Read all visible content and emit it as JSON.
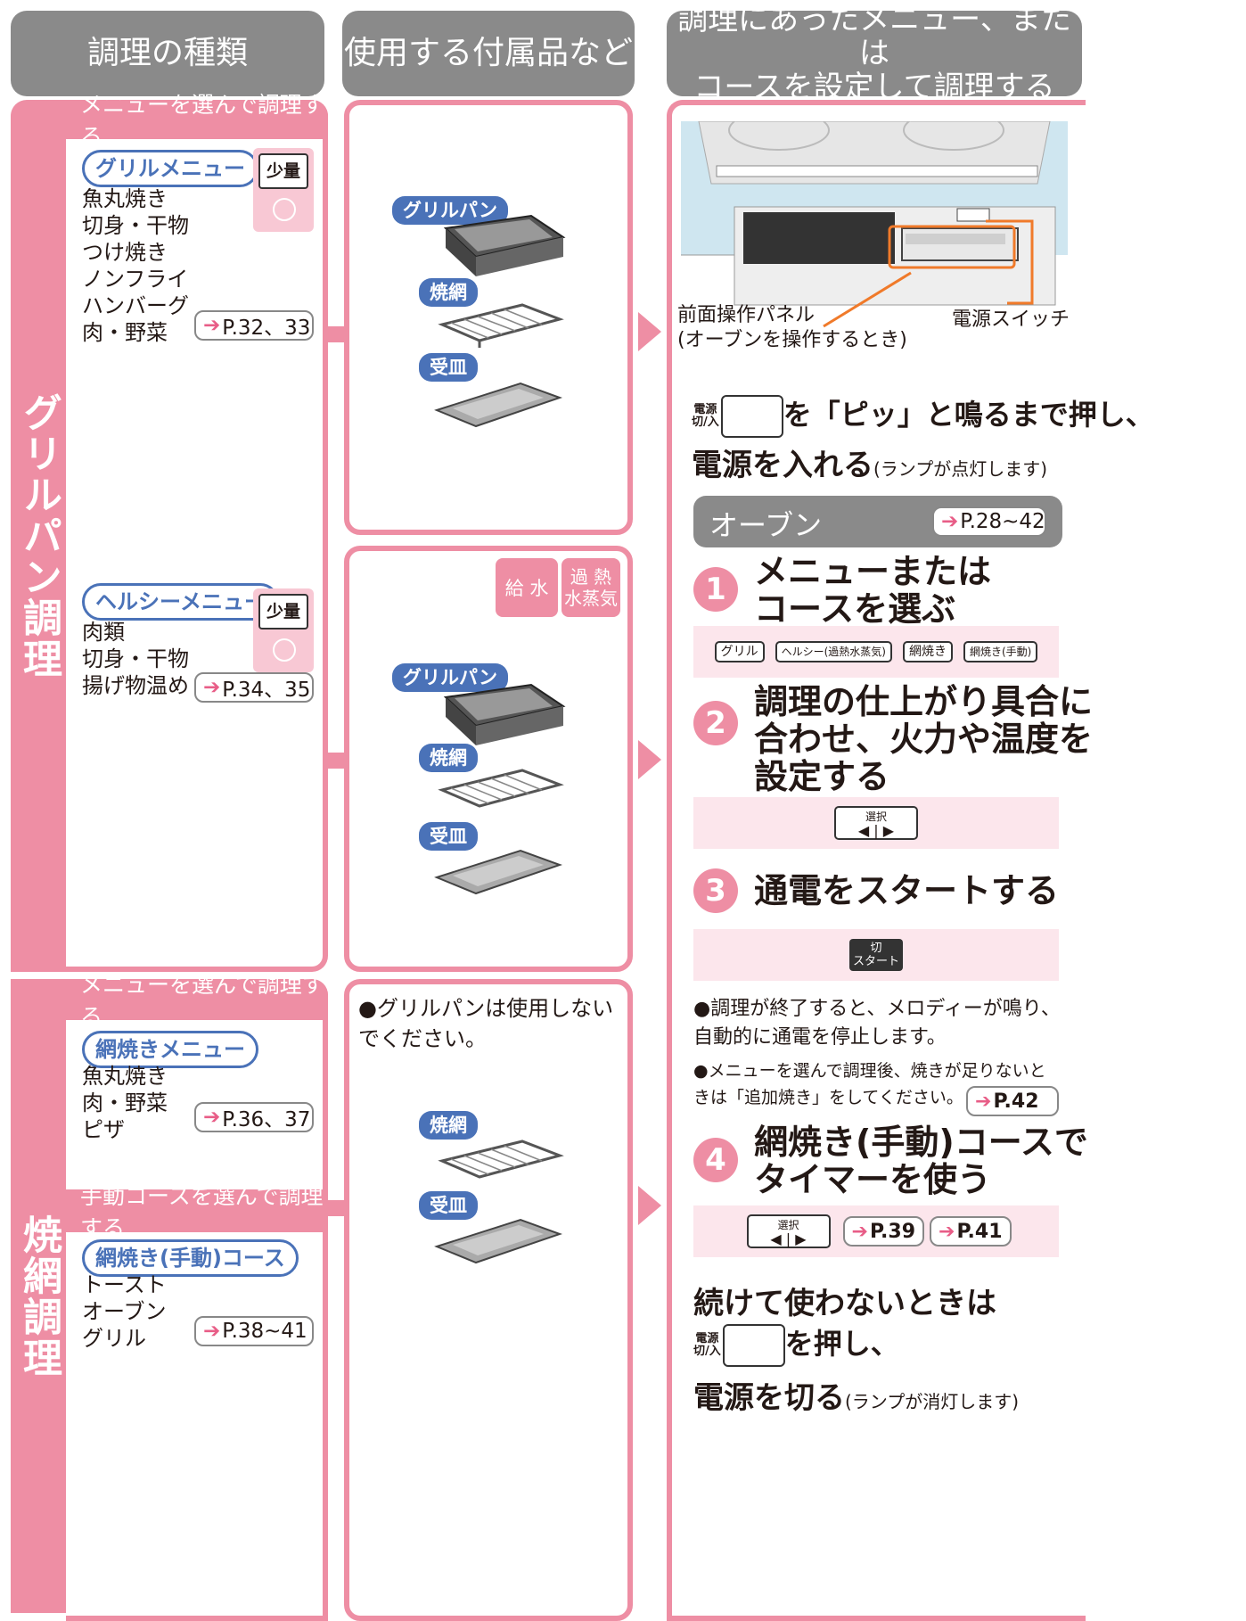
{
  "headers": {
    "col1": "調理の種類",
    "col2": "使用する付属品など",
    "col3_line1": "調理にあったメニュー、または",
    "col3_line2": "コースを設定して調理する"
  },
  "tabs": {
    "grill_pan": "グリルパン調理",
    "yakiami": "焼網調理"
  },
  "col1": {
    "sec1_head": "メニューを選んで調理する",
    "grill_menu": "グリルメニュー",
    "small_label": "少量",
    "grill_items": [
      "魚丸焼き",
      "切身・干物",
      "つけ焼き",
      "ノンフライ",
      "ハンバーグ",
      "肉・野菜"
    ],
    "grill_ref": "P.32、33",
    "healthy_menu": "ヘルシーメニュー",
    "healthy_items": [
      "肉類",
      "切身・干物",
      "揚げ物温め"
    ],
    "healthy_ref": "P.34、35",
    "sec2_head": "メニューを選んで調理する",
    "ami_menu": "網焼きメニュー",
    "ami_items": [
      "魚丸焼き",
      "肉・野菜",
      "ピザ"
    ],
    "ami_ref": "P.36、37",
    "sec3_head": "手動コースを選んで調理する",
    "manual_course": "網焼き(手動)コース",
    "manual_items": [
      "トースト",
      "オーブン",
      "グリル"
    ],
    "manual_ref": "P.38~41"
  },
  "col2": {
    "grill_pan": "グリルパン",
    "ami": "焼網",
    "ukezara": "受皿",
    "water": "給 水",
    "steam_line1": "過 熱",
    "steam_line2": "水蒸気",
    "note": "●グリルパンは使用しないでください。"
  },
  "col3": {
    "panel_label1": "前面操作パネル",
    "panel_label2": "(オーブンを操作するとき)",
    "power_label": "電源スイッチ",
    "power_key_top": "電源",
    "power_key_bottom": "切/入",
    "press_text": "を「ピッ」と鳴るまで押し、",
    "power_on": "電源を入れる",
    "power_on_note": "(ランプが点灯します)",
    "oven": "オーブン",
    "oven_ref": "P.28~42",
    "step1_line1": "メニューまたは",
    "step1_line2": "コースを選ぶ",
    "step1_keys": [
      "グリル",
      "ヘルシー(過熱水蒸気)",
      "網焼き",
      "網焼き(手動)"
    ],
    "step2_line1": "調理の仕上がり具合に",
    "step2_line2": "合わせ、火力や温度を",
    "step2_line3": "設定する",
    "select_key": "選択",
    "step3": "通電をスタートする",
    "start_key_top": "切",
    "start_key_bottom": "スタート",
    "note1": "●調理が終了すると、メロディーが鳴り、自動的に通電を停止します。",
    "note2": "●メニューを選んで調理後、焼きが足りないときは「追加焼き」をしてください。",
    "note2_ref": "P.42",
    "step4_line1": "網焼き(手動)コースで",
    "step4_line2": "タイマーを使う",
    "ref39": "P.39",
    "ref41": "P.41",
    "cont": "続けて使わないときは",
    "press2": "を押し、",
    "power_off": "電源を切る",
    "power_off_note": "(ランプが消灯します)",
    "nums": [
      "1",
      "2",
      "3",
      "4"
    ]
  }
}
